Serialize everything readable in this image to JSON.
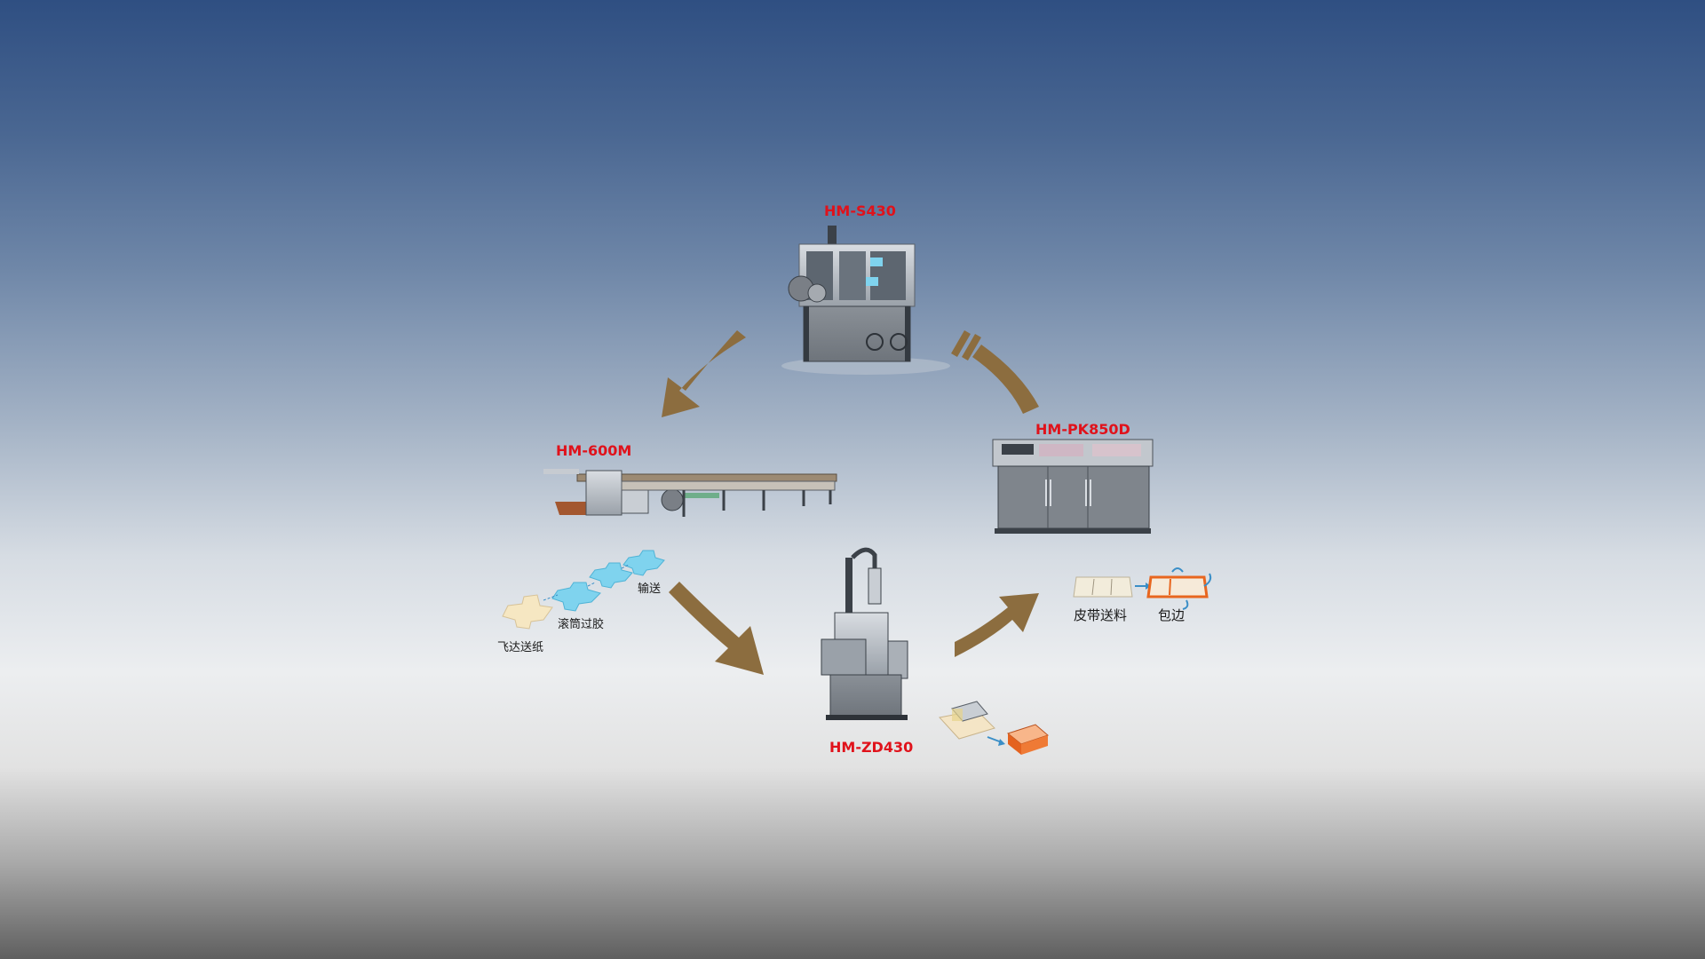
{
  "machines": {
    "s430": {
      "label": "HM-S430"
    },
    "m600": {
      "label": "HM-600M"
    },
    "pk850d": {
      "label": "HM-PK850D"
    },
    "zd430": {
      "label": "HM-ZD430"
    }
  },
  "process_steps": {
    "feed": "飞达送纸",
    "glue": "滚筒过胶",
    "convey": "输送",
    "belt_feed": "皮带送料",
    "wrap": "包边"
  },
  "colors": {
    "arrow": "#8c6d3f",
    "model_label": "#e0121b",
    "panel_blue": "#7fd3ee"
  }
}
